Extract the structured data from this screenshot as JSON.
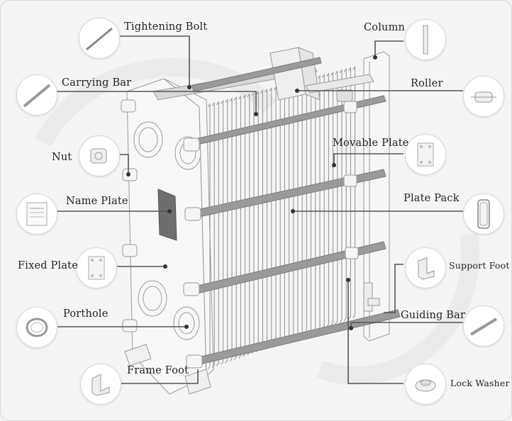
{
  "labels": {
    "tightening_bolt": "Tightening Bolt",
    "carrying_bar": "Carrying Bar",
    "nut": "Nut",
    "name_plate": "Name Plate",
    "fixed_plate": "Fixed Plate",
    "porthole": "Porthole",
    "frame_foot": "Frame Foot",
    "column": "Column",
    "roller": "Roller",
    "movable_plate": "Movable Plate",
    "plate_pack": "Plate Pack",
    "support_foot": "Support Foot",
    "guiding_bar": "Guiding Bar",
    "lock_washer": "Lock Washer"
  },
  "colors": {
    "leader_line": "#555555",
    "rod": "#8a8a8a",
    "frame_line": "#9a9a9a",
    "watermark": "#e6e6e6"
  },
  "icons": {
    "tightening_bolt": "rod-icon",
    "carrying_bar": "bar-icon",
    "nut": "nut-icon",
    "name_plate": "nameplate-icon",
    "fixed_plate": "plate-icon",
    "porthole": "ring-icon",
    "frame_foot": "bracket-icon",
    "column": "column-icon",
    "roller": "roller-icon",
    "movable_plate": "plate-icon",
    "plate_pack": "gasket-plate-icon",
    "support_foot": "bracket-icon",
    "guiding_bar": "bar-icon",
    "lock_washer": "washer-icon"
  }
}
